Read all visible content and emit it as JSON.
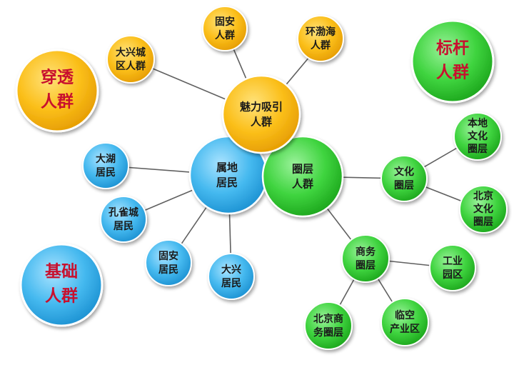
{
  "colors": {
    "gold": "#f7b500",
    "green": "#33cc33",
    "blue": "#33aee8",
    "red_text": "#c8102e",
    "line": "#606060"
  },
  "categories": {
    "penetration": [
      "穿透",
      "人群"
    ],
    "benchmark": [
      "标杆",
      "人群"
    ],
    "basic": [
      "基础",
      "人群"
    ]
  },
  "hubs": {
    "charm": [
      "魅力吸引",
      "人群"
    ],
    "local": [
      "属地",
      "居民"
    ],
    "circle": [
      "圈层",
      "人群"
    ]
  },
  "charm_nodes": {
    "guan": [
      "固安",
      "人群"
    ],
    "bohai": [
      "环渤海",
      "人群"
    ],
    "daxing_city": [
      "大兴城",
      "区人群"
    ]
  },
  "local_nodes": {
    "dahu": [
      "大湖",
      "居民"
    ],
    "kongque": [
      "孔雀城",
      "居民"
    ],
    "guan": [
      "固安",
      "居民"
    ],
    "daxing": [
      "大兴",
      "居民"
    ]
  },
  "circle_nodes": {
    "culture": [
      "文化",
      "圈层"
    ],
    "local_culture": [
      "本地",
      "文化",
      "圈层"
    ],
    "beijing_culture": [
      "北京",
      "文化",
      "圈层"
    ],
    "business": [
      "商务",
      "圈层"
    ],
    "industrial": [
      "工业",
      "园区"
    ],
    "beijing_business": [
      "北京商",
      "务圈层"
    ],
    "airport": [
      "临空",
      "产业区"
    ]
  }
}
